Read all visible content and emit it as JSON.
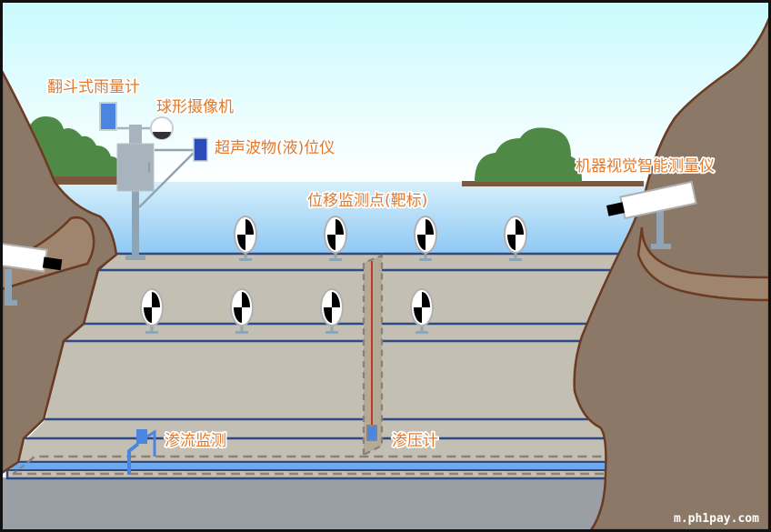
{
  "diagram": {
    "title": "大坝安全监测示意图",
    "labels": {
      "rain_gauge": "翻斗式雨量计",
      "dome_camera": "球形摄像机",
      "ultrasonic_level": "超声波物(液)位仪",
      "displacement_targets": "位移监测点(靶标)",
      "machine_vision": "机器视觉智能测量仪",
      "seepage_monitor": "渗流监测",
      "piezometer": "渗压计"
    },
    "watermark": "m.ph1pay.com",
    "colors": {
      "sky_top": "#c8fafd",
      "sky_bottom": "#ffffff",
      "water_top": "#d6f0fb",
      "water_bottom": "#8ec8f4",
      "tree": "#4e8a45",
      "mountain": "#8c7867",
      "mountain_band": "#a0856e",
      "mountain_edge": "#6b3a22",
      "dam_face": "#c4bfb3",
      "dam_line": "#2c4a86",
      "ground": "#9a9fa5",
      "label": "#e07a2e",
      "pole": "#8fa4b4",
      "rain_gauge": "#4a86e0",
      "ultrasonic": "#2a4bb8",
      "seepage": "#4a86e0",
      "piezometer_wire": "#c03a20"
    },
    "targets_row1_count": 4,
    "targets_row2_count": 4
  }
}
